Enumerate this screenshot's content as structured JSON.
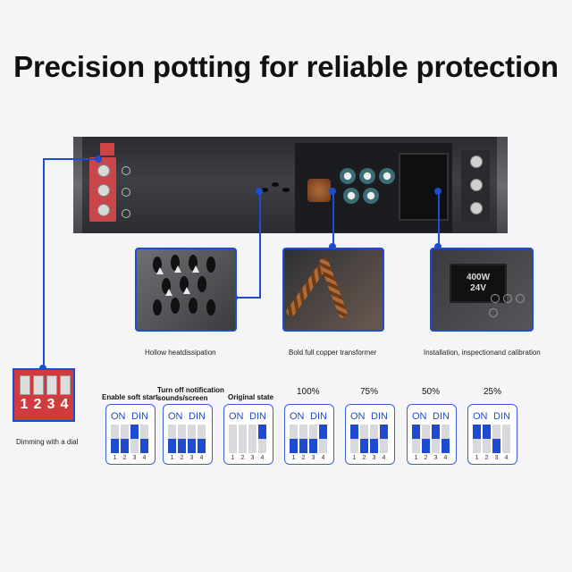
{
  "headline": "Precision potting for reliable protection",
  "panels": [
    {
      "id": "heat",
      "caption": "Hollow heatdissipation"
    },
    {
      "id": "transformer",
      "caption": "Bold full copper transformer"
    },
    {
      "id": "calibration",
      "caption": "Installation, inspectionand calibration",
      "display_line1": "400W",
      "display_line2": "24V"
    }
  ],
  "dial": {
    "caption": "Dimming with a dial",
    "numbers": [
      "1",
      "2",
      "3",
      "4"
    ]
  },
  "dip_header": {
    "on": "ON",
    "din": "DIN"
  },
  "dip_numbers": [
    "1",
    "2",
    "3",
    "4"
  ],
  "settings": [
    {
      "label": "Enable soft start",
      "switches": [
        "on",
        "on",
        "din",
        "on"
      ]
    },
    {
      "label": "Turn off notification sounds/screen",
      "switches": [
        "on",
        "on",
        "on",
        "on"
      ]
    },
    {
      "label": "Original state",
      "switches": [
        "off",
        "off",
        "off",
        "din"
      ]
    },
    {
      "label": "100%",
      "switches": [
        "on",
        "on",
        "on",
        "din"
      ]
    },
    {
      "label": "75%",
      "switches": [
        "din",
        "on",
        "on",
        "din"
      ]
    },
    {
      "label": "50%",
      "switches": [
        "din",
        "on",
        "din",
        "on"
      ]
    },
    {
      "label": "25%",
      "switches": [
        "din",
        "din",
        "on",
        "off"
      ]
    }
  ],
  "colors": {
    "accent": "#1e4bd0",
    "terminal": "#c9474a"
  }
}
